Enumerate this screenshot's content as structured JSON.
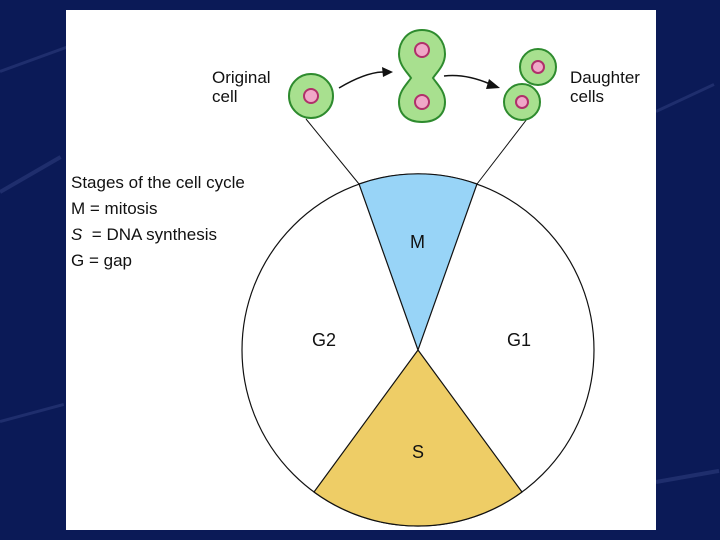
{
  "colors": {
    "background": "#0b1a57",
    "panel": "#ffffff",
    "m_phase": "#98d4f7",
    "s_phase": "#eecd66",
    "cell_fill": "#a8e08f",
    "cell_outline": "#2e8b2e",
    "nucleus_fill": "#f0a8c8",
    "nucleus_outline": "#b0306a"
  },
  "labels": {
    "original_cell": "Original\ncell",
    "daughter_cells": "Daughter\ncells"
  },
  "legend": {
    "title": "Stages of the cell cycle",
    "m_symbol": "M",
    "m_text": " = mitosis",
    "s_symbol": "S",
    "s_text": "  = DNA synthesis",
    "g_symbol": "G",
    "g_text": " = gap"
  },
  "phases": {
    "m": "M",
    "g1": "G1",
    "g2": "G2",
    "s": "S"
  },
  "icons": [
    "arrow-right-icon",
    "cell-icon",
    "dividing-cell-icon"
  ]
}
